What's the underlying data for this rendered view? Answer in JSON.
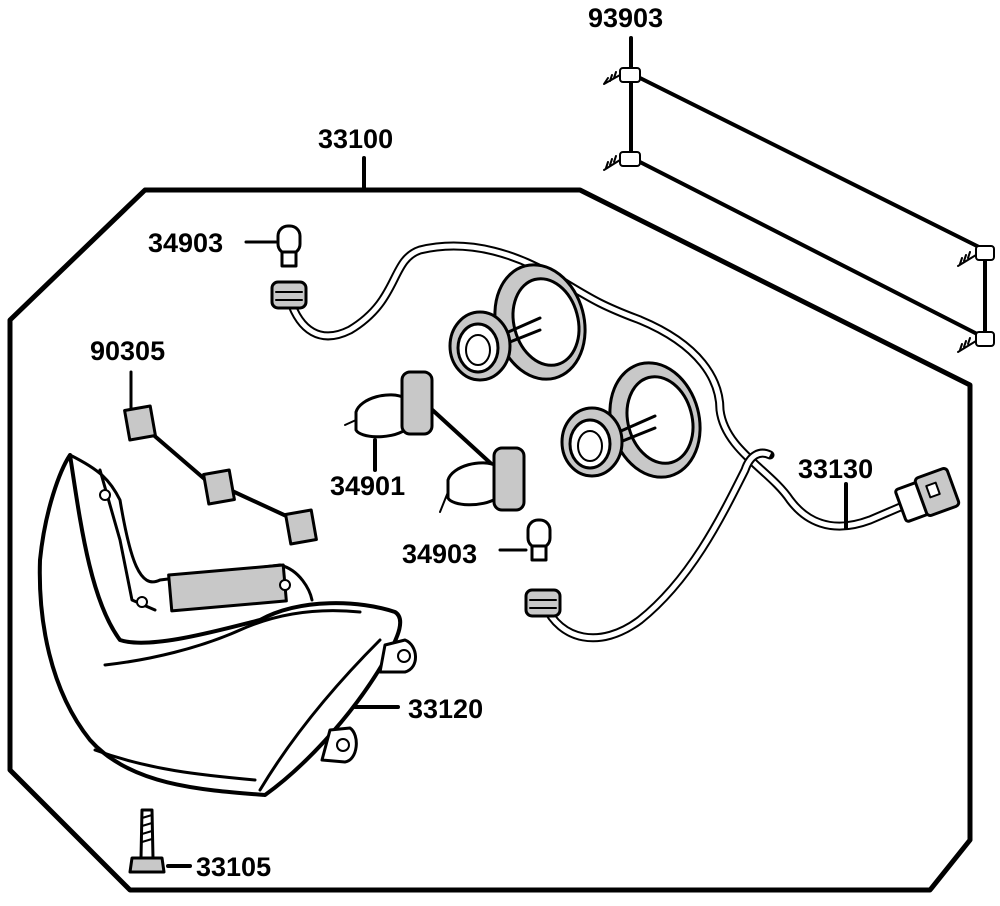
{
  "diagram": {
    "labels": {
      "assembly": "33100",
      "screw_set": "93903",
      "bulb_small_top": "34903",
      "clip": "90305",
      "bulb_main": "34901",
      "bulb_small_bottom": "34903",
      "harness": "33130",
      "lens_housing": "33120",
      "bolt": "33105"
    }
  }
}
